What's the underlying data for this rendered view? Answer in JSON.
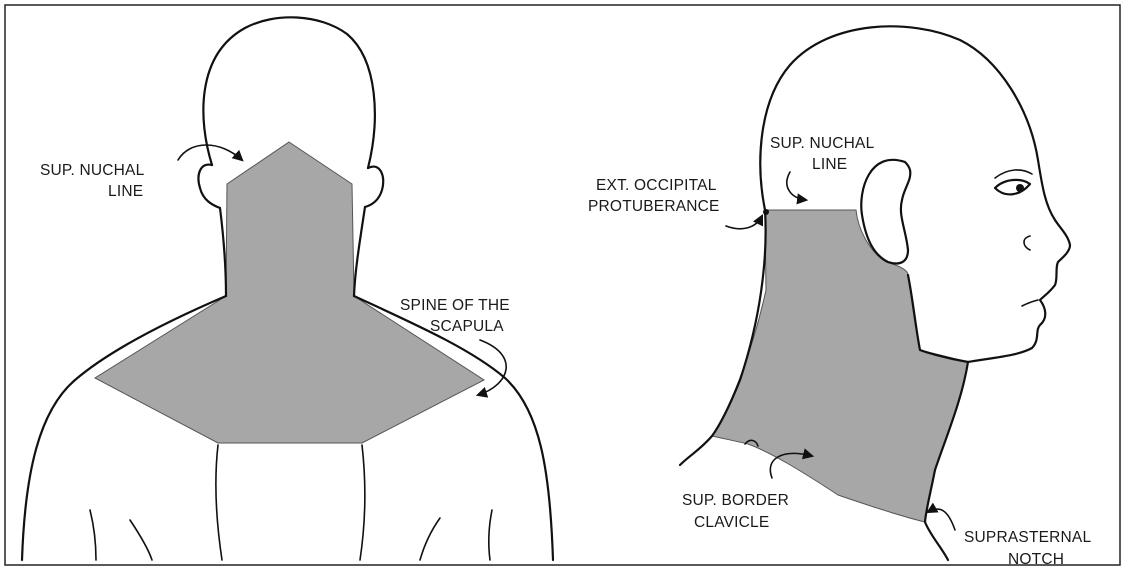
{
  "figure": {
    "posterior_view": {
      "labels": {
        "sup_nuchal_line": [
          "SUP. NUCHAL",
          "LINE"
        ],
        "spine_of_scapula": [
          "SPINE OF THE",
          "SCAPULA"
        ]
      }
    },
    "lateral_view": {
      "labels": {
        "sup_nuchal_line": [
          "SUP. NUCHAL",
          "LINE"
        ],
        "ext_occipital_protuberance": [
          "EXT. OCCIPITAL",
          "PROTUBERANCE"
        ],
        "sup_border_clavicle": [
          "SUP. BORDER",
          "CLAVICLE"
        ],
        "suprasternal_notch": [
          "SUPRASTERNAL",
          "NOTCH"
        ]
      }
    },
    "colors": {
      "shaded_region": "#a7a7a7",
      "line": "#111111",
      "background": "#ffffff"
    }
  }
}
